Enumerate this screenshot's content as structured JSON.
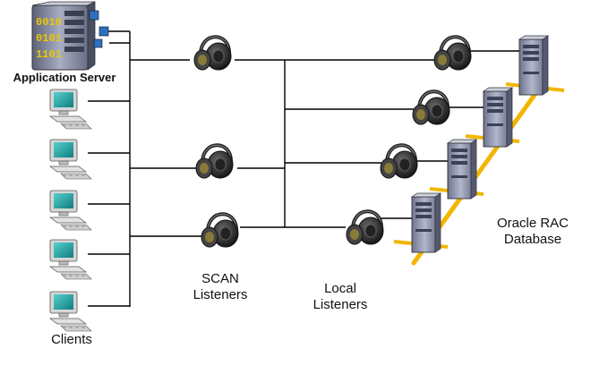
{
  "labels": {
    "application_server": "Application Server",
    "clients": "Clients",
    "scan_listeners_line1": "SCAN",
    "scan_listeners_line2": "Listeners",
    "local_listeners_line1": "Local",
    "local_listeners_line2": "Listeners",
    "database_line1": "Oracle RAC",
    "database_line2": "Database"
  },
  "server_panel_text": [
    "0010",
    "0101",
    "1101"
  ],
  "colors": {
    "line": "#000000",
    "rail": "#f2b600",
    "server_body": "#8c90a8",
    "monitor_screen": "#1fa3a3",
    "monitor_body": "#cfcfcf",
    "listener_bg": "#2a2a2a",
    "listener_ring": "#8a8a8a",
    "flag": "#2f6fbf"
  },
  "icons": {
    "app_server": "server-tower-icon",
    "client": "desktop-computer-icon",
    "listener": "headset-listener-icon",
    "db_node": "database-server-icon"
  }
}
